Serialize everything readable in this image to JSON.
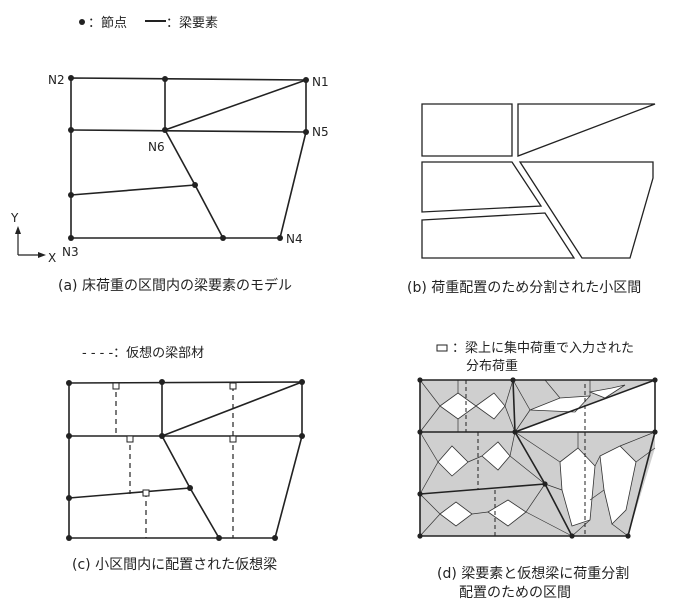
{
  "legend": {
    "node_label": "：節点",
    "beam_label": "：梁要素",
    "virtual_beam_label": "：仮想の梁部材",
    "distributed_load_line1": "：梁上に集中荷重で入力された",
    "distributed_load_line2": "分布荷重"
  },
  "axes": {
    "y": "Y",
    "x": "X"
  },
  "nodes": {
    "n1": "N1",
    "n2": "N2",
    "n3": "N3",
    "n4": "N4",
    "n5": "N5",
    "n6": "N6"
  },
  "captions": {
    "a": "(a) 床荷重の区間内の梁要素のモデル",
    "b": "(b) 荷重配置のため分割された小区間",
    "c": "(c) 小区間内に配置された仮想梁",
    "d_line1": "(d) 梁要素と仮想梁に荷重分割",
    "d_line2": "配置のための区間"
  },
  "colors": {
    "line": "#222222",
    "shade": "#cfcfcf",
    "background": "#ffffff"
  }
}
